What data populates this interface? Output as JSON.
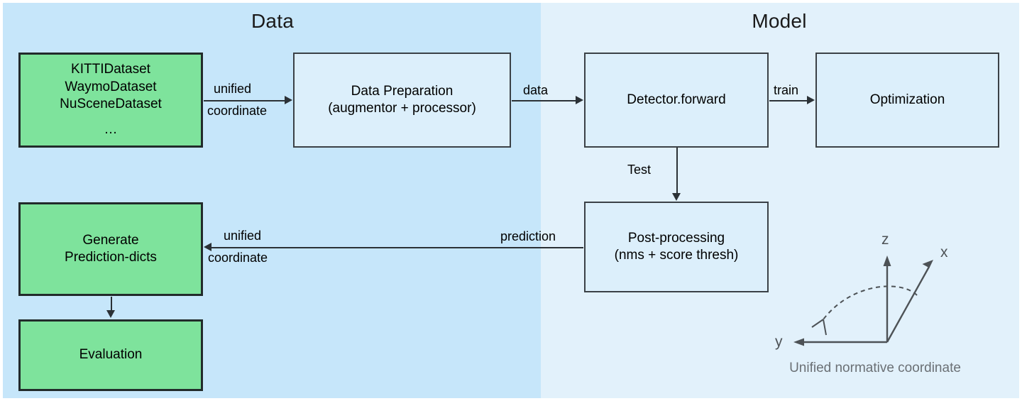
{
  "panels": {
    "data": {
      "title": "Data",
      "bg": "#c6e6fa"
    },
    "model": {
      "title": "Model",
      "bg": "#e2f1fb"
    }
  },
  "colors": {
    "green_node": "#7ee39c",
    "blue_node": "#dceffb",
    "stroke": "#2b3136",
    "caption_text": "#6b7075"
  },
  "nodes": {
    "datasets": {
      "line1": "KITTIDataset",
      "line2": "WaymoDataset",
      "line3": "NuSceneDataset",
      "line4": "…"
    },
    "data_preparation": {
      "line1": "Data Preparation",
      "line2": "(augmentor + processor)"
    },
    "detector_forward": {
      "label": "Detector.forward"
    },
    "optimization": {
      "label": "Optimization"
    },
    "post_processing": {
      "line1": "Post-processing",
      "line2": "(nms + score thresh)"
    },
    "generate_prediction_dicts": {
      "line1": "Generate",
      "line2": "Prediction-dicts"
    },
    "evaluation": {
      "label": "Evaluation"
    }
  },
  "edges": {
    "datasets_to_prep": {
      "line1": "unified",
      "line2": "coordinate"
    },
    "prep_to_detector": {
      "label": "data"
    },
    "detector_to_optimization": {
      "label": "train"
    },
    "detector_to_postproc": {
      "label": "Test"
    },
    "postproc_to_generate": {
      "label": "prediction"
    },
    "generate_unified": {
      "line1": "unified",
      "line2": "coordinate"
    }
  },
  "coordinate_frame": {
    "axis_x": "x",
    "axis_y": "y",
    "axis_z": "z",
    "caption": "Unified normative coordinate"
  }
}
